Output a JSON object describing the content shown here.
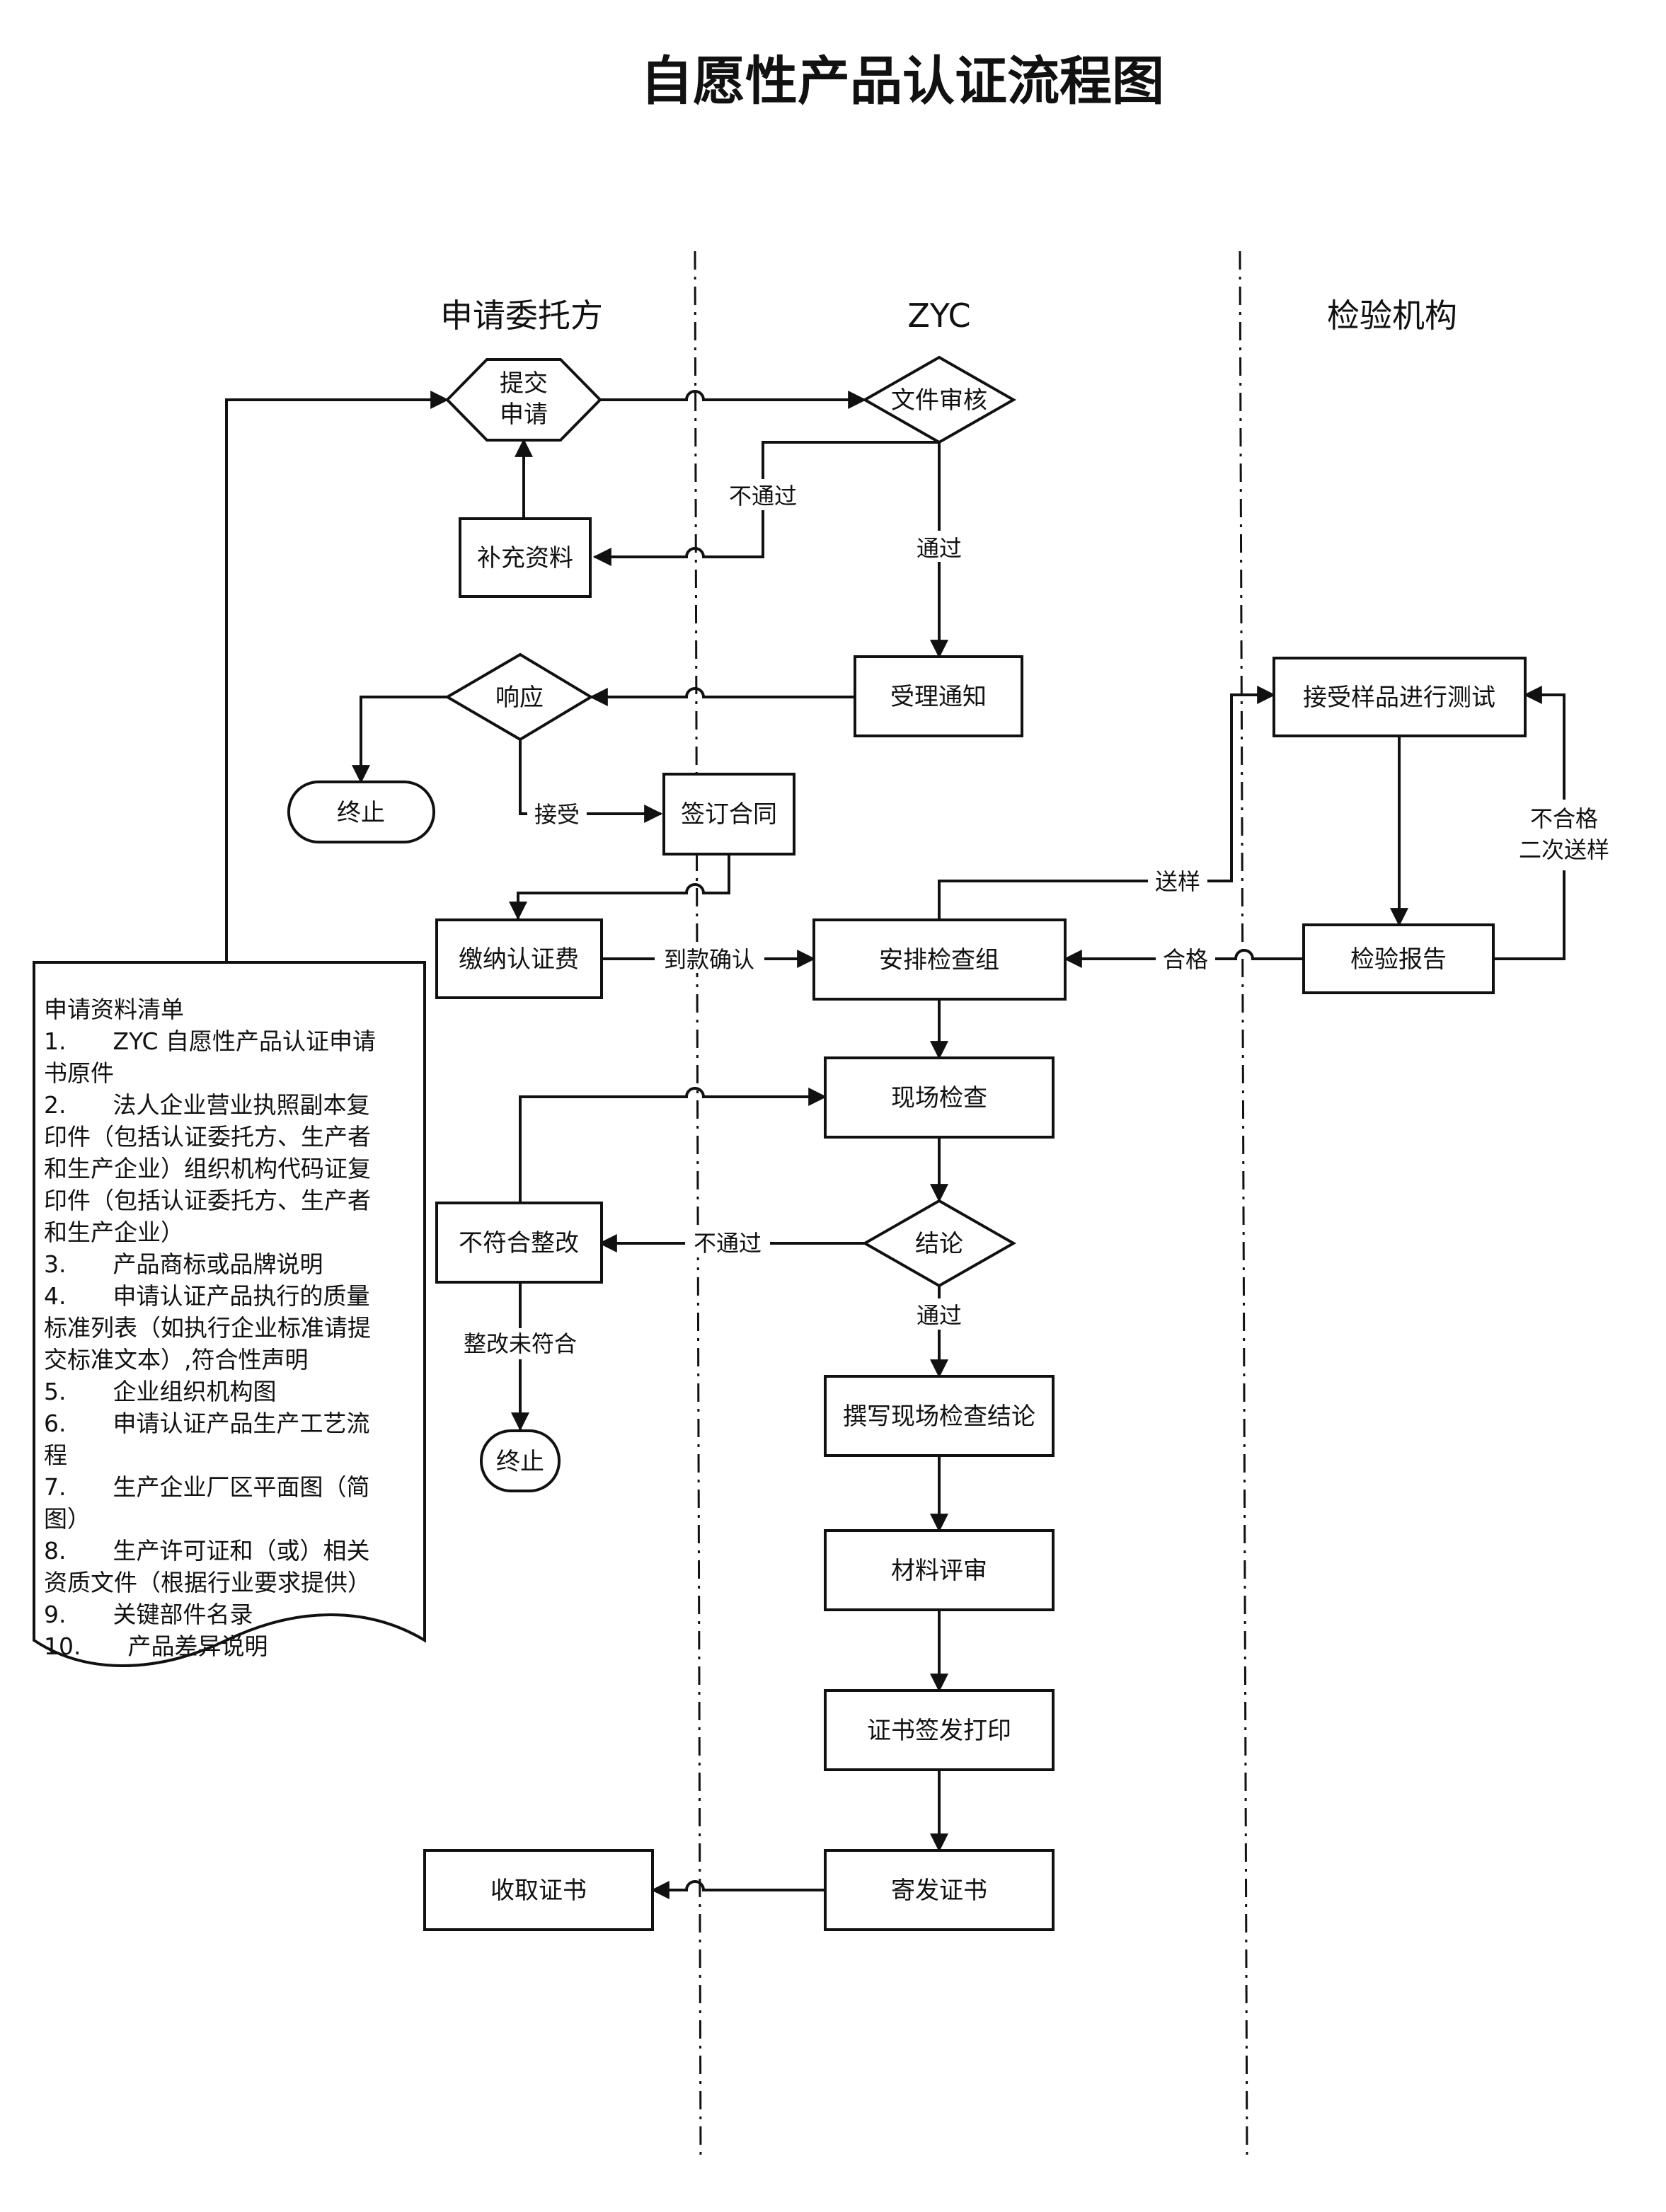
{
  "title": "自愿性产品认证流程图",
  "lanes": {
    "applicant": "申请委托方",
    "zyc": "ZYC",
    "lab": "检验机构"
  },
  "nodes": {
    "submit_line1": "提交",
    "submit_line2": "申请",
    "doc_review": "文件审核",
    "supplement": "补充资料",
    "accept_notice": "受理通知",
    "respond": "响应",
    "terminate1": "终止",
    "sign_contract": "签订合同",
    "pay_fee": "缴纳认证费",
    "arrange_team": "安排检查组",
    "sample_test": "接受样品进行测试",
    "test_report": "检验报告",
    "onsite_check": "现场检查",
    "conclusion": "结论",
    "nonconform": "不符合整改",
    "terminate2": "终止",
    "write_conclusion": "撰写现场检查结论",
    "material_review": "材料评审",
    "cert_issue": "证书签发打印",
    "mail_cert": "寄发证书",
    "receive_cert": "收取证书"
  },
  "edge_labels": {
    "not_pass_review": "不通过",
    "pass_review": "通过",
    "accept": "接受",
    "payment_confirm": "到款确认",
    "send_sample": "送样",
    "qualified": "合格",
    "unqualified_line1": "不合格",
    "unqualified_line2": "二次送样",
    "not_pass_check": "不通过",
    "pass_check": "通过",
    "rectify_fail": "整改未符合"
  },
  "doc_list": {
    "lines": [
      "申请资料清单",
      "1.　　ZYC 自愿性产品认证申请",
      "书原件",
      "2.　　法人企业营业执照副本复",
      "印件（包括认证委托方、生产者",
      "和生产企业）组织机构代码证复",
      "印件（包括认证委托方、生产者",
      "和生产企业）",
      "3.　　产品商标或品牌说明",
      "4.　　申请认证产品执行的质量",
      "标准列表（如执行企业标准请提",
      "交标准文本）,符合性声明",
      "5.　　企业组织机构图",
      "6.　　申请认证产品生产工艺流",
      "程",
      "7.　　生产企业厂区平面图（简",
      "图）",
      "8.　　生产许可证和（或）相关",
      "资质文件（根据行业要求提供）",
      "9.　　关键部件名录",
      "10.　　产品差异说明"
    ]
  }
}
